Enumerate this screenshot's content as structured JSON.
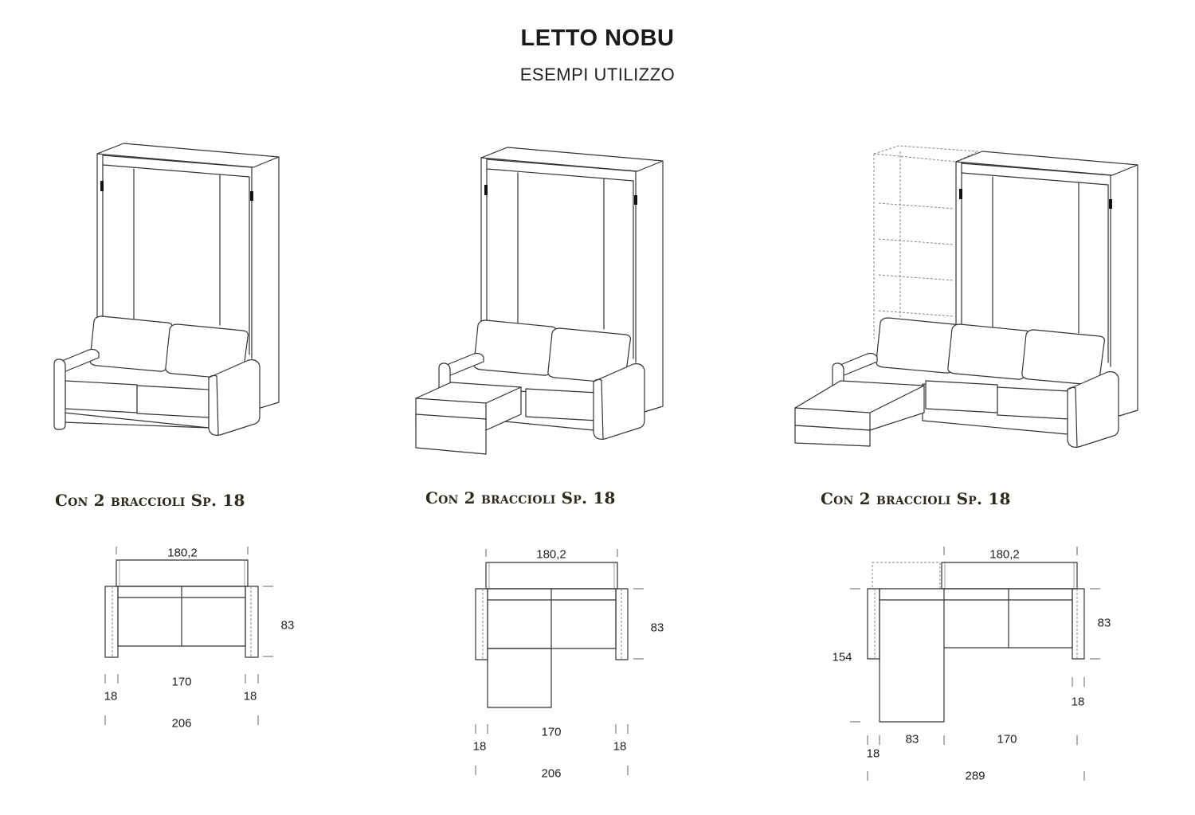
{
  "header": {
    "title": "LETTO NOBU",
    "subtitle": "ESEMPI UTILIZZO"
  },
  "examples": [
    {
      "caption": "Con 2 braccioli Sp. 18",
      "dims": {
        "backrest": "180,2",
        "depth": "83",
        "seat": "170",
        "arm_left": "18",
        "arm_right": "18",
        "total": "206"
      }
    },
    {
      "caption": "Con 2 braccioli Sp. 18",
      "dims": {
        "backrest": "180,2",
        "depth": "83",
        "seat": "170",
        "arm_left": "18",
        "arm_right": "18",
        "total": "206"
      }
    },
    {
      "caption": "Con 2 braccioli Sp. 18",
      "dims": {
        "backrest": "180,2",
        "depth": "83",
        "chaise_depth": "154",
        "arm_right": "18",
        "chaise_width": "83",
        "seat": "170",
        "arm_left": "18",
        "total": "289"
      }
    }
  ]
}
